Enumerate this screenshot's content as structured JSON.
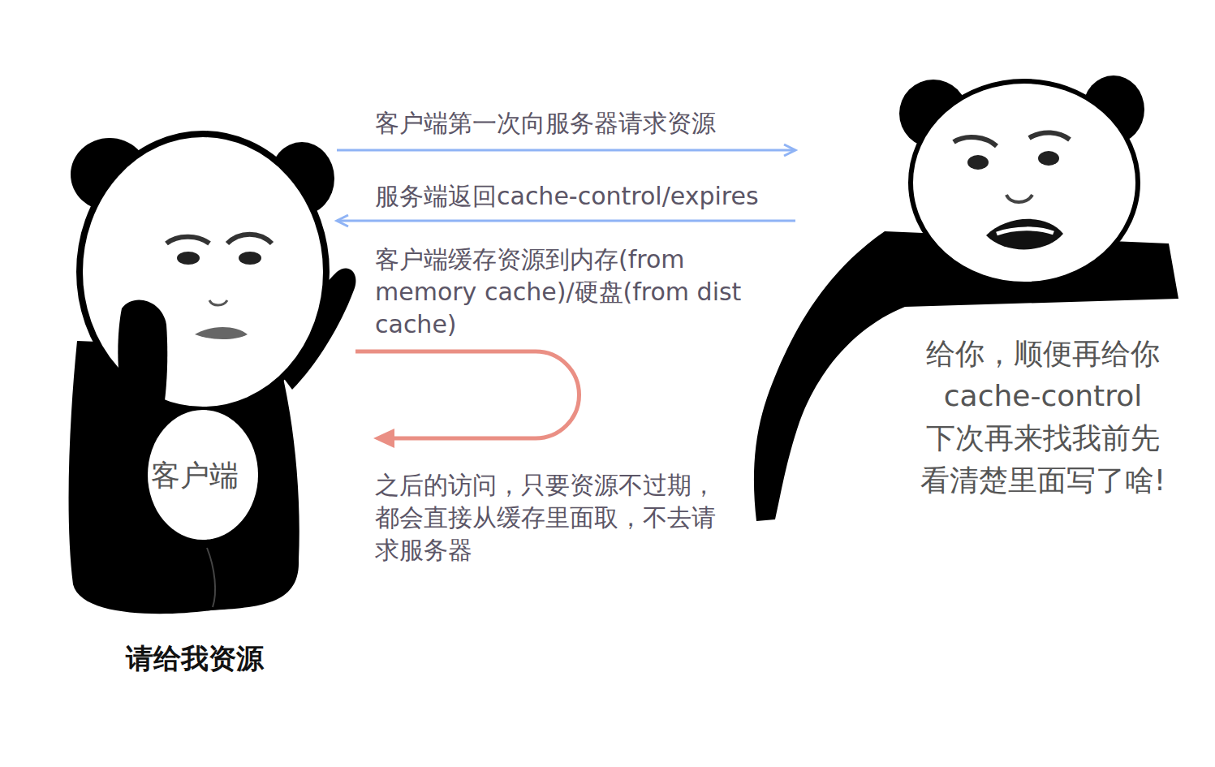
{
  "diagram": {
    "nodes": [
      {
        "text": [
          "客户端",
          "请给我资源"
        ]
      },
      {
        "text": [
          "给你，顺便再给你 cache-control 下次再来找我前先 看清楚里面写了啥!"
        ]
      }
    ],
    "edges": [
      {
        "from": 0,
        "to": 1,
        "arrow": "to",
        "label": "客户端第一次向服务器请求资源"
      },
      {
        "from": 1,
        "to": 0,
        "arrow": "to",
        "label": "服务端返回cache-control/expires"
      },
      {
        "from": 0,
        "to": 0,
        "arrow": "to",
        "label": "客户端缓存资源到内存(from memory cache)/硬盘(from dist cache)"
      }
    ],
    "labels": [
      "之后的访问，只要资源不过期，都会直接从缓存里面取，不去请求服务器"
    ]
  }
}
